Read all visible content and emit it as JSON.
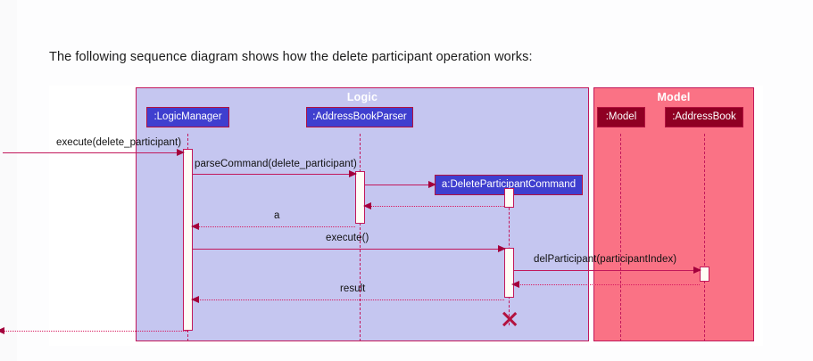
{
  "intro": {
    "text": "The following sequence diagram shows how the delete participant operation works:"
  },
  "diagram": {
    "type": "uml-sequence-diagram",
    "groups": [
      {
        "id": "logic",
        "label": "Logic",
        "background": "#c5c6f0",
        "border": "#c2185b"
      },
      {
        "id": "model",
        "label": "Model",
        "background": "#fa7285",
        "border": "#c2185b"
      }
    ],
    "participants": [
      {
        "id": "logicmanager",
        "label": ":LogicManager",
        "group": "logic",
        "box_color": "#3f3fcf",
        "text_color": "#ffffff"
      },
      {
        "id": "parser",
        "label": ":AddressBookParser",
        "group": "logic",
        "box_color": "#3f3fcf",
        "text_color": "#ffffff"
      },
      {
        "id": "command",
        "label": "a:DeleteParticipantCommand",
        "group": "logic",
        "box_color": "#3f3fcf",
        "text_color": "#ffffff"
      },
      {
        "id": "model",
        "label": ":Model",
        "group": "model",
        "box_color": "#8f0023",
        "text_color": "#ffffff"
      },
      {
        "id": "addressbook",
        "label": ":AddressBook",
        "group": "model",
        "box_color": "#8f0023",
        "text_color": "#ffffff"
      }
    ],
    "messages": [
      {
        "id": "m1",
        "label": "execute(delete_participant)",
        "from": "actor",
        "to": "logicmanager",
        "kind": "call",
        "direction": "right"
      },
      {
        "id": "m2",
        "label": "parseCommand(delete_participant)",
        "from": "logicmanager",
        "to": "parser",
        "kind": "call",
        "direction": "right"
      },
      {
        "id": "m3",
        "label": "",
        "from": "parser",
        "to": "command",
        "kind": "create",
        "direction": "right"
      },
      {
        "id": "m4",
        "label": "",
        "from": "command",
        "to": "parser",
        "kind": "return",
        "direction": "left"
      },
      {
        "id": "m5",
        "label": "a",
        "from": "parser",
        "to": "logicmanager",
        "kind": "return",
        "direction": "left"
      },
      {
        "id": "m6",
        "label": "execute()",
        "from": "logicmanager",
        "to": "command",
        "kind": "call",
        "direction": "right"
      },
      {
        "id": "m7",
        "label": "delParticipant(participantIndex)",
        "from": "command",
        "to": "addressbook",
        "kind": "call",
        "direction": "right"
      },
      {
        "id": "m8",
        "label": "",
        "from": "addressbook",
        "to": "command",
        "kind": "return",
        "direction": "left"
      },
      {
        "id": "m9",
        "label": "result",
        "from": "command",
        "to": "logicmanager",
        "kind": "return",
        "direction": "left"
      },
      {
        "id": "m10",
        "label": "",
        "from": "logicmanager",
        "to": "actor",
        "kind": "return",
        "direction": "left"
      }
    ],
    "destruction": {
      "participant": "command",
      "marker": "X"
    },
    "colors": {
      "line": "#c2185b",
      "arrow": "#a3003c",
      "logic_panel": "#c5c6f0",
      "model_panel": "#fa7285",
      "logic_box": "#3f3fcf",
      "model_box": "#8f0023",
      "activation_fill": "#fffdf5"
    }
  }
}
